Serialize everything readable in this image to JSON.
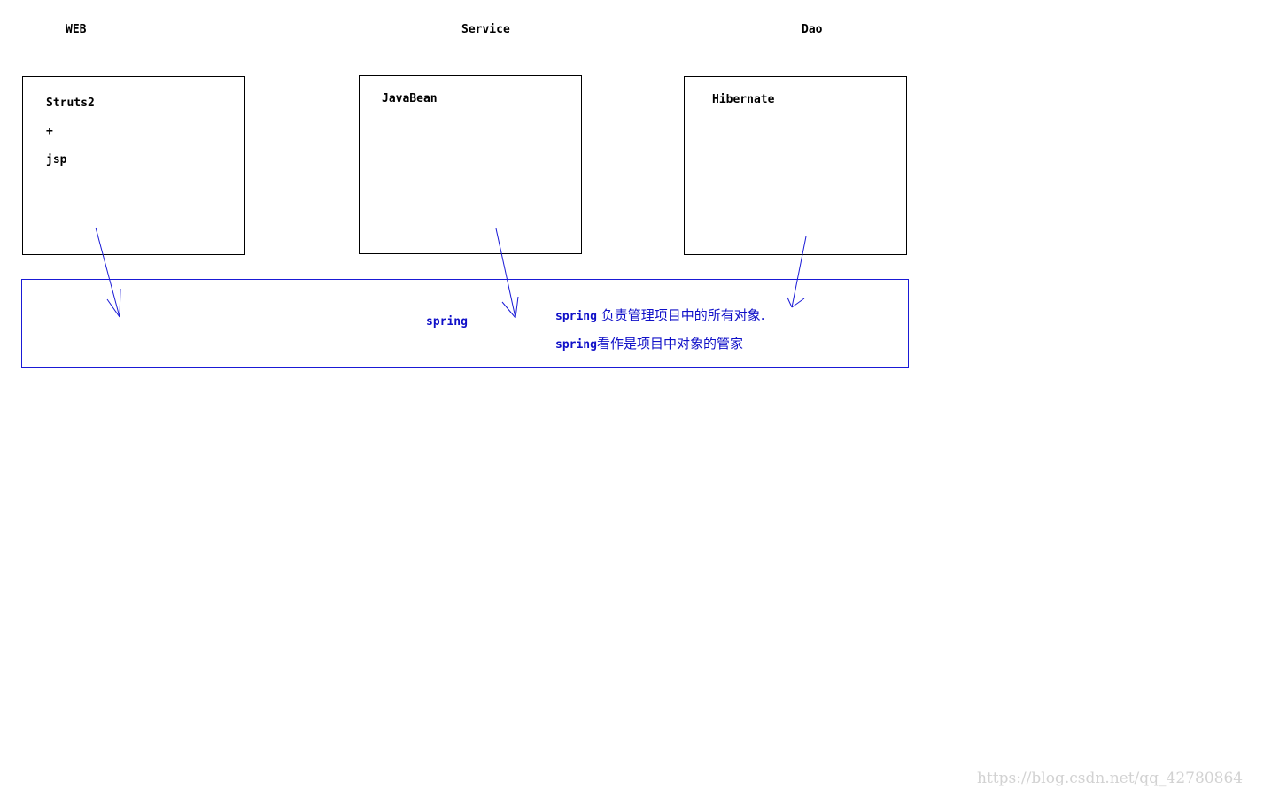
{
  "layers": {
    "web": "WEB",
    "service": "Service",
    "dao": "Dao"
  },
  "boxes": {
    "web": [
      "Struts2",
      "+",
      "jsp"
    ],
    "service": [
      "JavaBean"
    ],
    "dao": [
      "Hibernate"
    ]
  },
  "spring": {
    "label": "spring",
    "note_line1_word": "spring",
    "note_line1_text": " 负责管理项目中的所有对象.",
    "note_line2_word": "spring",
    "note_line2_text": "看作是项目中对象的管家"
  },
  "watermark": "https://blog.csdn.net/qq_42780864",
  "colors": {
    "box_border": "#000000",
    "spring_border": "#1a1ad6",
    "arrow": "#1a1ad6",
    "blue_text": "#1010c8"
  }
}
